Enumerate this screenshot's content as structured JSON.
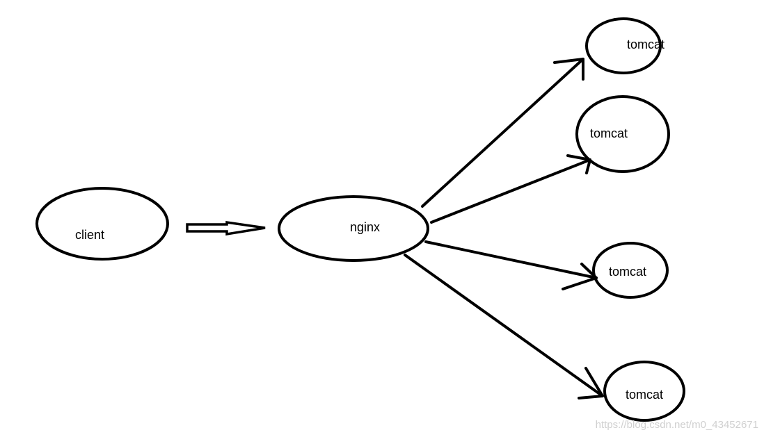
{
  "diagram": {
    "nodes": {
      "client": "client",
      "nginx": "nginx",
      "tomcat_1": "tomcat",
      "tomcat_2": "tomcat",
      "tomcat_3": "tomcat",
      "tomcat_4": "tomcat"
    },
    "stroke_color": "#000000",
    "watermark": "https://blog.csdn.net/m0_43452671"
  }
}
